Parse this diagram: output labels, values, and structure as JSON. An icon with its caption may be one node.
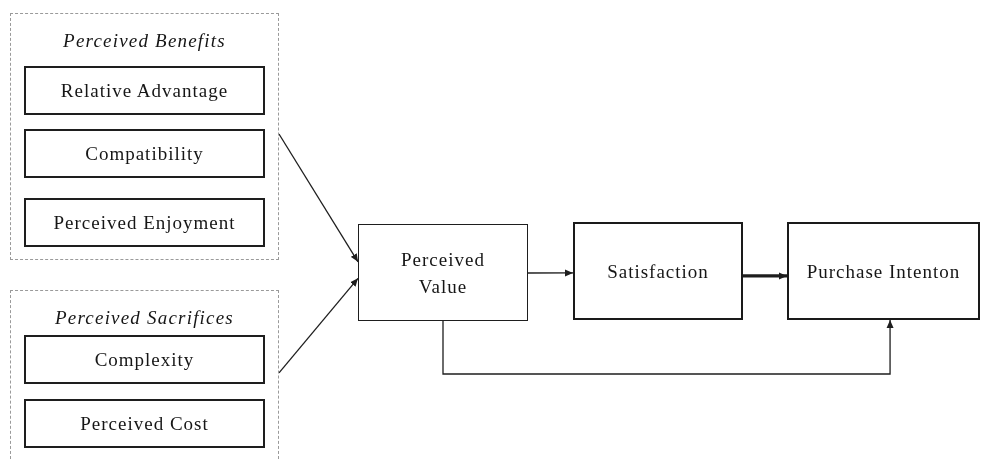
{
  "diagram": {
    "nodes": [
      {
        "text": [
          "Perceived Benefits"
        ]
      },
      {
        "text": [
          "Relative Advantage"
        ],
        "in": 0
      },
      {
        "text": [
          "Compatibility"
        ],
        "in": 0
      },
      {
        "text": [
          "Perceived Enjoyment"
        ],
        "in": 0
      },
      {
        "text": [
          "Perceived Sacrifices"
        ]
      },
      {
        "text": [
          "Complexity"
        ],
        "in": 4
      },
      {
        "text": [
          "Perceived Cost"
        ],
        "in": 4
      },
      {
        "text": [
          "Perceived Value"
        ]
      },
      {
        "text": [
          "Satisfaction"
        ]
      },
      {
        "text": [
          "Purchase Intenton"
        ]
      }
    ],
    "edges": [
      {
        "from": 0,
        "to": 7,
        "arrow": "to"
      },
      {
        "from": 4,
        "to": 7,
        "arrow": "to"
      },
      {
        "from": 7,
        "to": 8,
        "arrow": "to"
      },
      {
        "from": 8,
        "to": 9,
        "arrow": "to",
        "style": "thick"
      },
      {
        "from": 7,
        "to": 9,
        "arrow": "to"
      }
    ]
  }
}
